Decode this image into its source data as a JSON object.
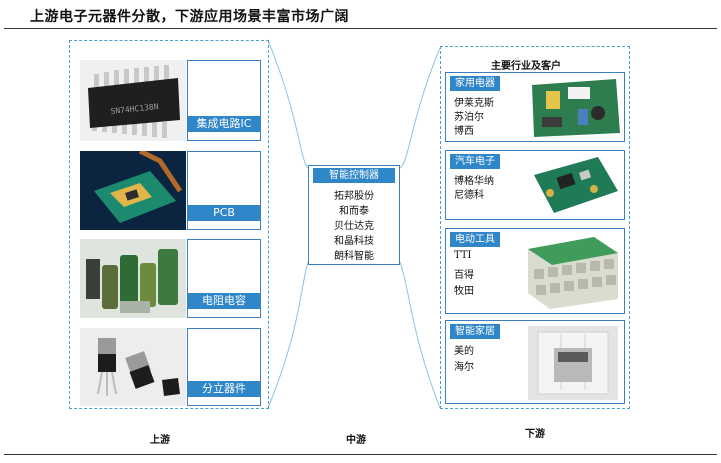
{
  "title": "上游电子元器件分散，下游应用场景丰富市场广阔",
  "upstream": {
    "label": "上游",
    "items": [
      {
        "label": "集成电路IC",
        "chip_text": "SN74HC138N"
      },
      {
        "label": "PCB"
      },
      {
        "label": "电阻电容"
      },
      {
        "label": "分立器件"
      }
    ]
  },
  "midstream": {
    "label": "中游",
    "title": "智能控制器",
    "companies": [
      "拓邦股份",
      "和而泰",
      "贝仕达克",
      "和晶科技",
      "朗科智能"
    ]
  },
  "downstream": {
    "label": "下游",
    "header": "主要行业及客户",
    "sectors": [
      {
        "name": "家用电器",
        "customers": [
          "伊莱克斯",
          "苏泊尔",
          "博西"
        ]
      },
      {
        "name": "汽车电子",
        "customers": [
          "博格华纳",
          "尼德科"
        ]
      },
      {
        "name": "电动工具",
        "customers": [
          "TTI",
          "百得",
          "牧田"
        ]
      },
      {
        "name": "智能家居",
        "customers": [
          "美的",
          "海尔"
        ]
      }
    ]
  },
  "colors": {
    "accent": "#2f86c9",
    "dash": "#4aa0c8"
  }
}
